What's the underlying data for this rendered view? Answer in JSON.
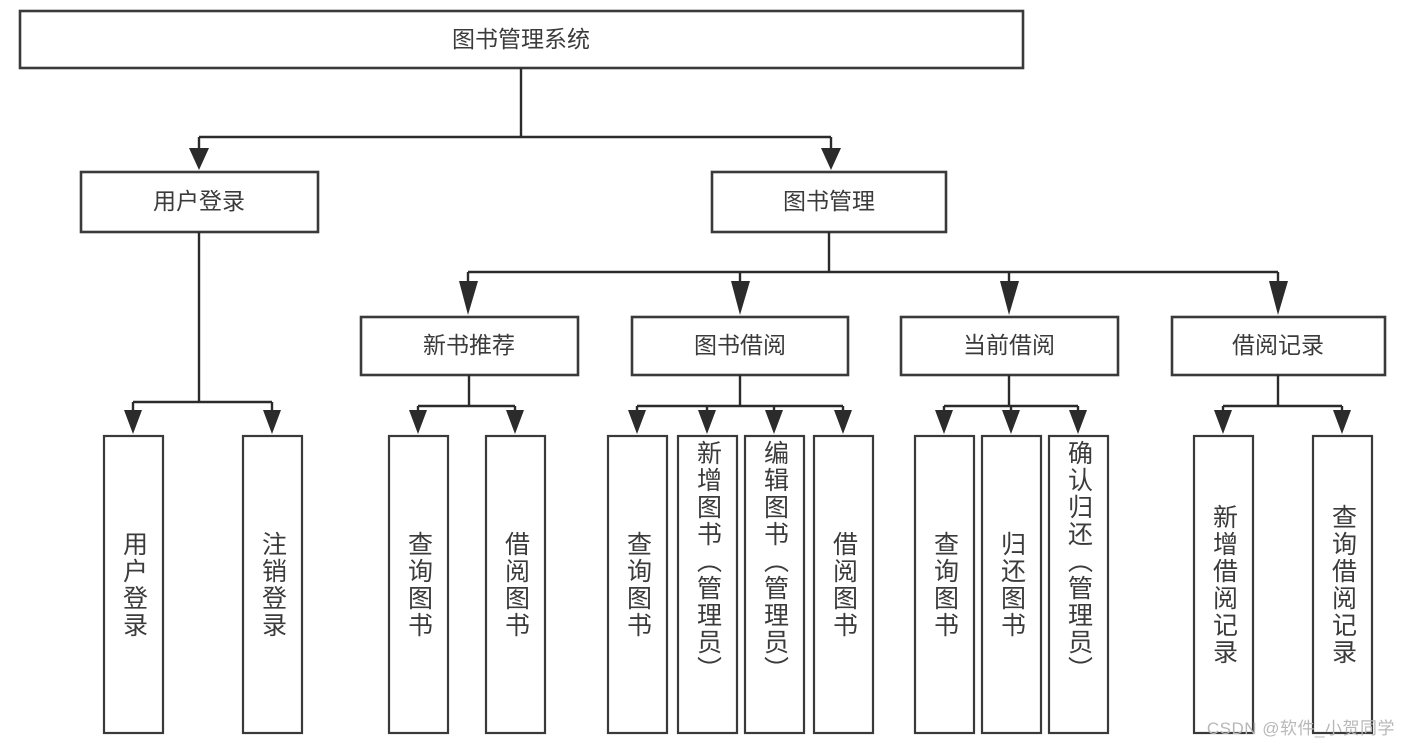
{
  "diagram": {
    "type": "tree-hierarchy",
    "title": "图书管理系统",
    "root": {
      "label": "图书管理系统"
    },
    "level2": [
      {
        "id": "user-login",
        "label": "用户登录"
      },
      {
        "id": "book-management",
        "label": "图书管理"
      }
    ],
    "level3": [
      {
        "id": "new-book-recommend",
        "label": "新书推荐",
        "parent": "book-management"
      },
      {
        "id": "book-borrow",
        "label": "图书借阅",
        "parent": "book-management"
      },
      {
        "id": "current-borrow",
        "label": "当前借阅",
        "parent": "book-management"
      },
      {
        "id": "borrow-record",
        "label": "借阅记录",
        "parent": "book-management"
      }
    ],
    "leaves": [
      {
        "id": "leaf-user-login",
        "label": "用户登录",
        "parent": "user-login"
      },
      {
        "id": "leaf-logout-login",
        "label": "注销登录",
        "parent": "user-login"
      },
      {
        "id": "leaf-query-book-1",
        "label": "查询图书",
        "parent": "new-book-recommend"
      },
      {
        "id": "leaf-borrow-book-1",
        "label": "借阅图书",
        "parent": "new-book-recommend"
      },
      {
        "id": "leaf-query-book-2",
        "label": "查询图书",
        "parent": "book-borrow"
      },
      {
        "id": "leaf-add-book",
        "label": "新增图书（管理员）",
        "parent": "book-borrow"
      },
      {
        "id": "leaf-edit-book",
        "label": "编辑图书（管理员）",
        "parent": "book-borrow"
      },
      {
        "id": "leaf-borrow-book-2",
        "label": "借阅图书",
        "parent": "book-borrow"
      },
      {
        "id": "leaf-query-book-3",
        "label": "查询图书",
        "parent": "current-borrow"
      },
      {
        "id": "leaf-return-book",
        "label": "归还图书",
        "parent": "current-borrow"
      },
      {
        "id": "leaf-confirm-return",
        "label": "确认归还（管理员）",
        "parent": "current-borrow"
      },
      {
        "id": "leaf-add-record",
        "label": "新增借阅记录",
        "parent": "borrow-record"
      },
      {
        "id": "leaf-query-record",
        "label": "查询借阅记录",
        "parent": "borrow-record"
      }
    ],
    "colors": {
      "box_stroke": "#3a3a3a",
      "connector": "#2b2b2b",
      "text": "#3b3b3b",
      "background": "#ffffff",
      "watermark": "#b8b8b8"
    }
  },
  "watermark": {
    "text": "CSDN @软件_小贺同学"
  }
}
